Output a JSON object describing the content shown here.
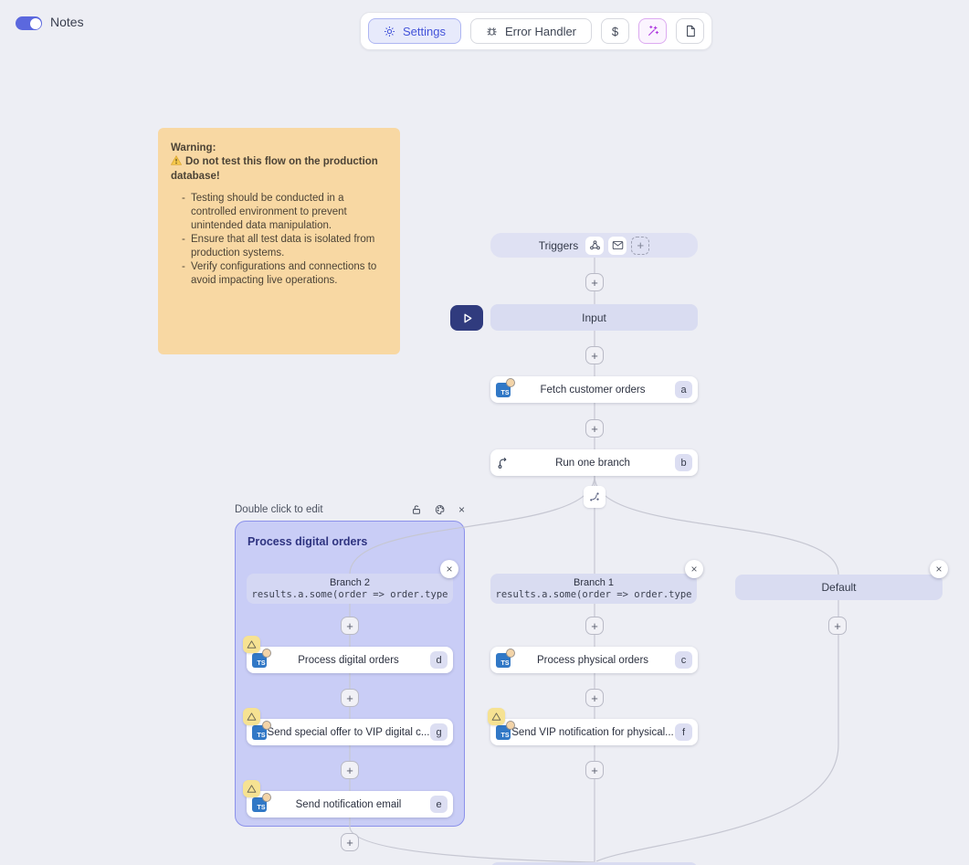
{
  "glyphs": {
    "plus": "+",
    "close": "×",
    "dollar": "$",
    "ts": "TS"
  },
  "topbar": {
    "notes_label": "Notes",
    "settings_label": "Settings",
    "error_handler_label": "Error Handler"
  },
  "warning_note": {
    "title": "Warning:",
    "alert_text": "Do not test this flow on the production database!",
    "bullets": [
      "Testing should be conducted in a controlled environment to prevent unintended data manipulation.",
      "Ensure that all test data is isolated from production systems.",
      "Verify configurations and connections to avoid impacting live operations."
    ]
  },
  "flow": {
    "triggers_label": "Triggers",
    "input_label": "Input",
    "fetch_node": {
      "label": "Fetch customer orders",
      "badge": "a"
    },
    "run_branch_node": {
      "label": "Run one branch",
      "badge": "b"
    },
    "group": {
      "hint": "Double click to edit",
      "title": "Process digital orders"
    },
    "branch2": {
      "title": "Branch 2",
      "condition": "results.a.some(order => order.type",
      "nodes": [
        {
          "label": "Process digital orders",
          "badge": "d"
        },
        {
          "label": "Send special offer to VIP digital c...",
          "badge": "g"
        },
        {
          "label": "Send notification email",
          "badge": "e"
        }
      ]
    },
    "branch1": {
      "title": "Branch 1",
      "condition": "results.a.some(order => order.type",
      "nodes": [
        {
          "label": "Process physical orders",
          "badge": "c"
        },
        {
          "label": "Send VIP notification for physical...",
          "badge": "f"
        }
      ]
    },
    "default_branch": {
      "title": "Default"
    }
  },
  "colors": {
    "accent_indigo": "#4353d9",
    "node_lavender": "#d9dcf1",
    "group_purple": "#c9cdf6",
    "warning_card": "#f8d8a3",
    "warning_badge": "#f6e292",
    "wand_purple": "#b03fe0",
    "wire_gray": "#c6c7d2"
  }
}
